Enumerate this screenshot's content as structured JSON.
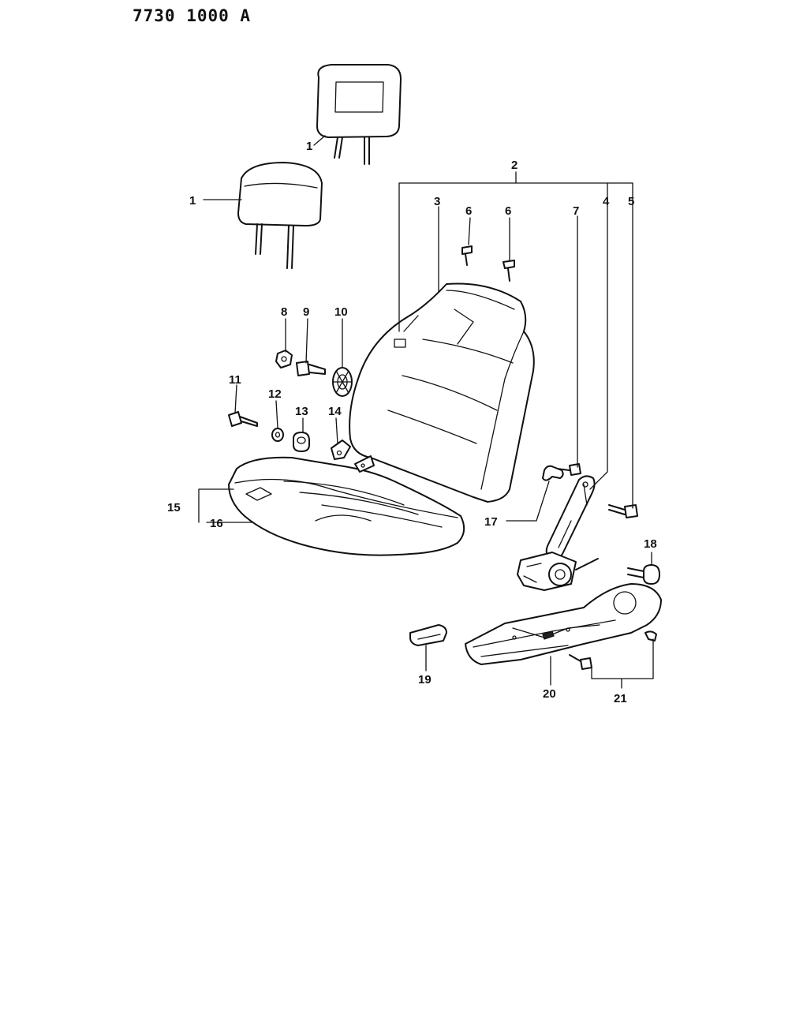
{
  "drawing_id": "7730 1000 A",
  "callouts": [
    "1",
    "1",
    "2",
    "3",
    "4",
    "5",
    "6",
    "6",
    "7",
    "8",
    "9",
    "10",
    "11",
    "12",
    "13",
    "14",
    "15",
    "16",
    "17",
    "18",
    "19",
    "20",
    "21"
  ]
}
